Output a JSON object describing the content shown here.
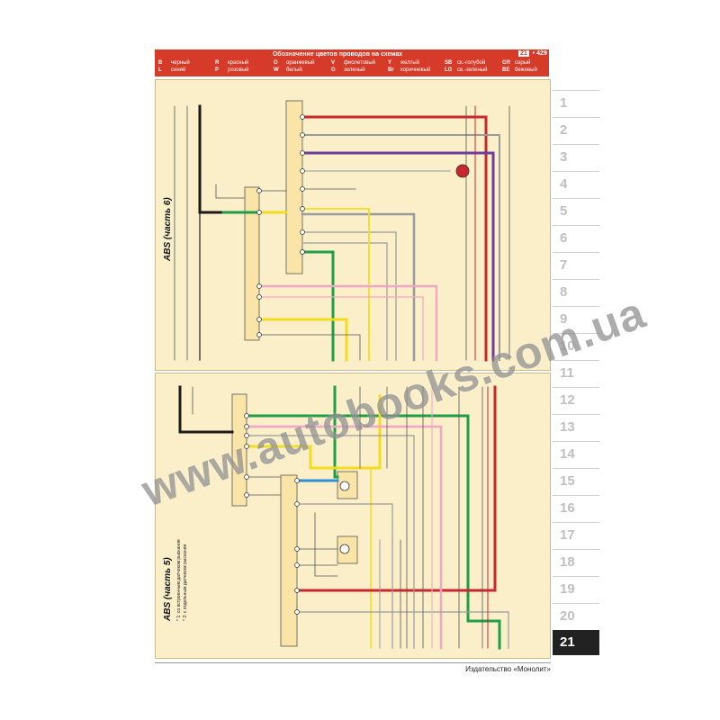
{
  "header": {
    "title": "Обозначение цветов проводов на схемах",
    "chapter": "21",
    "page": "429"
  },
  "legend": [
    {
      "code": "B",
      "name": "черный"
    },
    {
      "code": "L",
      "name": "синий"
    },
    {
      "code": "R",
      "name": "красный"
    },
    {
      "code": "P",
      "name": "розовый"
    },
    {
      "code": "O",
      "name": "оранжевый"
    },
    {
      "code": "W",
      "name": "белый"
    },
    {
      "code": "V",
      "name": "фиолетовый"
    },
    {
      "code": "G",
      "name": "зеленый"
    },
    {
      "code": "Y",
      "name": "желтый"
    },
    {
      "code": "Br",
      "name": "коричневый"
    },
    {
      "code": "SB",
      "name": "ск.-голубой"
    },
    {
      "code": "LG",
      "name": "св.-зеленый"
    },
    {
      "code": "GR",
      "name": "серый"
    },
    {
      "code": "BE",
      "name": "бежевый"
    }
  ],
  "sections": {
    "part6": "ABS (часть 6)",
    "part5": "ABS (часть 5)",
    "footnote1": "* 1: со встроенным датчиком рыскания",
    "footnote2": "* 2: с отдельным датчиком рыскания"
  },
  "tabs": [
    "1",
    "2",
    "3",
    "4",
    "5",
    "6",
    "7",
    "8",
    "9",
    "10",
    "11",
    "12",
    "13",
    "14",
    "15",
    "16",
    "17",
    "18",
    "19",
    "20",
    "21"
  ],
  "active_tab": "21",
  "footer": {
    "publisher": "Издательство «Монолит»"
  },
  "watermark": "www.autobooks.com.ua",
  "colors": {
    "red": "#c8282d",
    "violet": "#6a3ea0",
    "gray": "#9a9a9a",
    "green": "#1f9e48",
    "yellow": "#f3dc1d",
    "pink": "#f2a6c6",
    "black": "#1b1b1b",
    "blue": "#2f8fd8",
    "panel": "#fbefc9",
    "header": "#d63b2a"
  }
}
